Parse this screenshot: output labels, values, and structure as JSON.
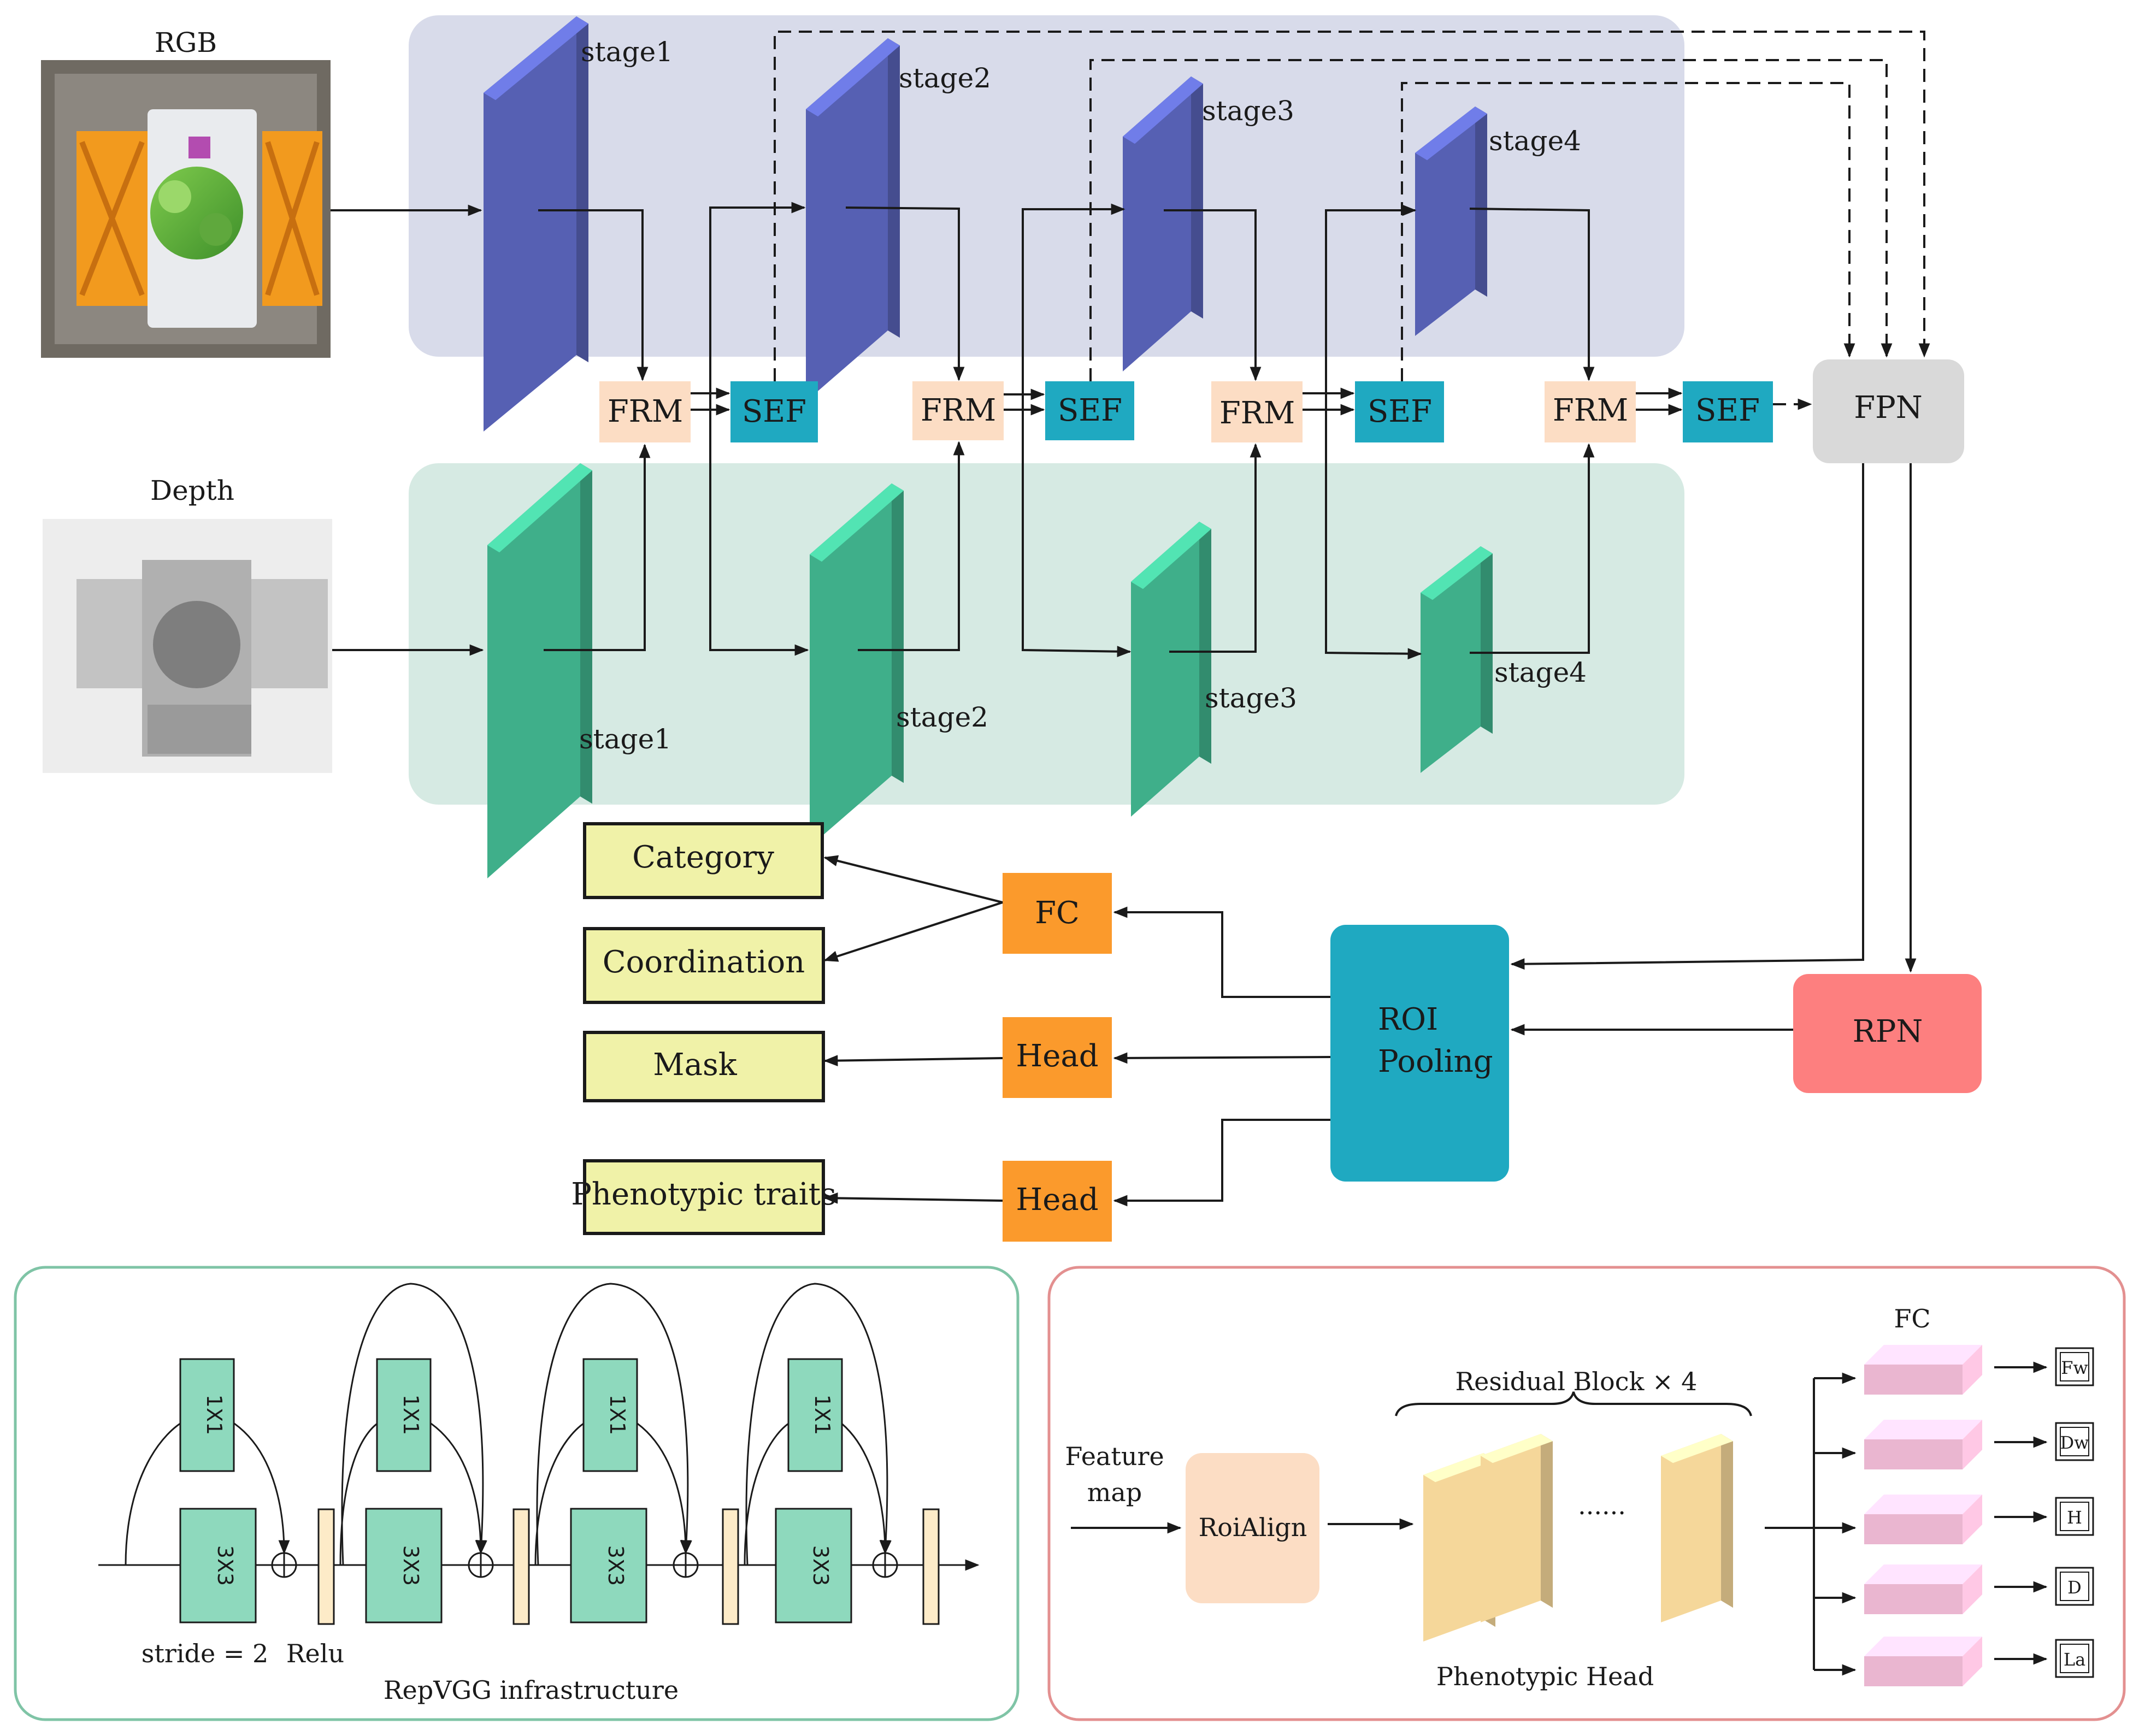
{
  "inputs": {
    "rgb_label": "RGB",
    "depth_label": "Depth"
  },
  "rgb_branch": {
    "stages": [
      "stage1",
      "stage2",
      "stage3",
      "stage4"
    ],
    "color": "#5660B3",
    "panel_color": "#D8DBEA"
  },
  "depth_branch": {
    "stages": [
      "stage1",
      "stage2",
      "stage3",
      "stage4"
    ],
    "color": "#3FAF8A",
    "panel_color": "#D6EAE3"
  },
  "fusion": {
    "frm_label": "FRM",
    "sef_label": "SEF",
    "frm_color": "#FCDDC4",
    "sef_color": "#1FA9C1"
  },
  "fpn": {
    "label": "FPN",
    "color": "#D9D9D9"
  },
  "rpn": {
    "label": "RPN",
    "color": "#FD7F7F"
  },
  "roi_pooling": {
    "line1": "ROI",
    "line2": "Pooling",
    "color": "#1FA9C1"
  },
  "heads": {
    "fc_label": "FC",
    "mask_head_label": "Head",
    "pheno_head_label": "Head",
    "color": "#FB9A2C"
  },
  "outputs": {
    "category": "Category",
    "coordination": "Coordination",
    "mask": "Mask",
    "phenotypic": "Phenotypic traits",
    "color": "#F0F2A8"
  },
  "repvgg": {
    "title": "RepVGG infrastructure",
    "conv1_label": "1X1",
    "conv3_label": "3X3",
    "stride_label": "stride = 2",
    "relu_label": "Relu",
    "block_color": "#8ED9BD",
    "relu_color": "#FDEBC8",
    "border_color": "#7FC4A6"
  },
  "pheno_head": {
    "title": "Phenotypic Head",
    "feature_map_line1": "Feature",
    "feature_map_line2": "map",
    "roialign_label": "RoiAlign",
    "residual_label": "Residual Block × 4",
    "dots": "......",
    "fc_label": "FC",
    "trait_outputs": [
      "Fw",
      "Dw",
      "H",
      "D",
      "La"
    ],
    "border_color": "#E39090",
    "bar_color": "#EAB6D0"
  }
}
